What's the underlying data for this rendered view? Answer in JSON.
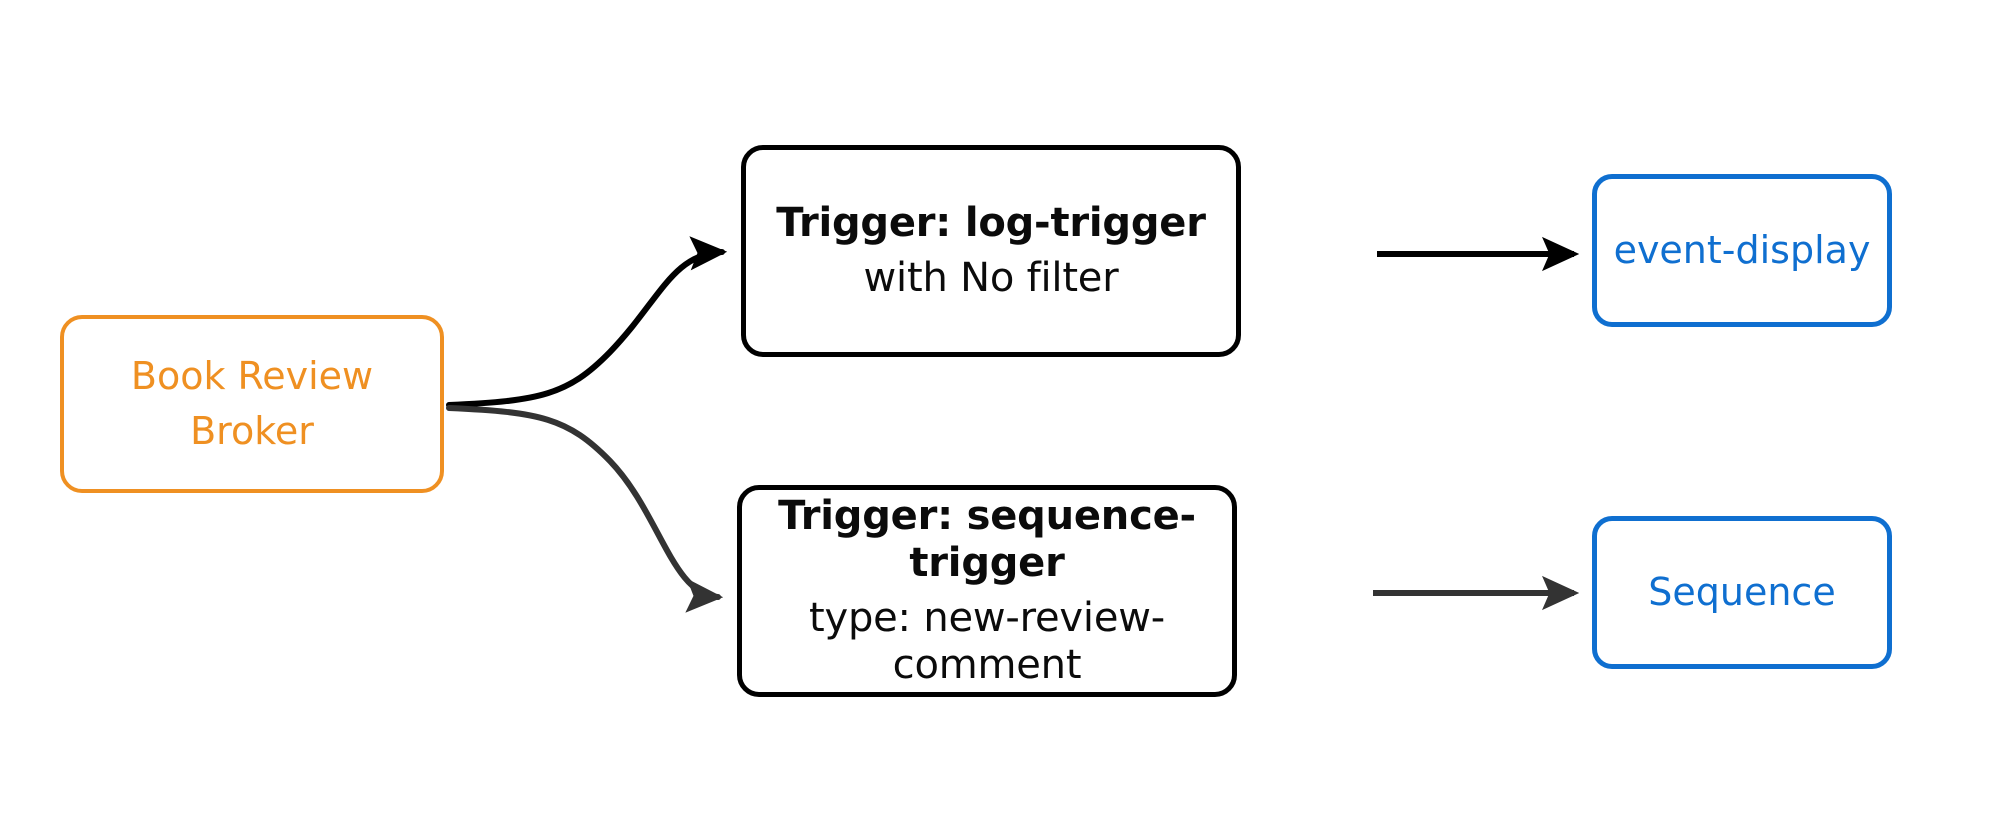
{
  "diagram": {
    "type": "flowchart",
    "direction": "left-to-right",
    "background_color": "#ffffff",
    "nodes": [
      {
        "id": "broker",
        "role": "source-broker",
        "shape": "rounded-rectangle",
        "lines": [
          "Book Review",
          "Broker"
        ],
        "stroke_color": "#ef9022",
        "text_color": "#ef9022",
        "fill_color": "#ffffff"
      },
      {
        "id": "log-trigger",
        "role": "trigger",
        "shape": "rounded-rectangle",
        "title": "Trigger: log-trigger",
        "subtitle": "with No filter",
        "stroke_color": "#000000",
        "text_color": "#0b0b0b",
        "fill_color": "#ffffff"
      },
      {
        "id": "sequence-trigger",
        "role": "trigger",
        "shape": "rounded-rectangle",
        "title": "Trigger: sequence-trigger",
        "subtitle": "type: new-review-comment",
        "stroke_color": "#000000",
        "text_color": "#0b0b0b",
        "fill_color": "#ffffff"
      },
      {
        "id": "event-display",
        "role": "sink",
        "shape": "rounded-rectangle",
        "label": "event-display",
        "stroke_color": "#0f6fd0",
        "text_color": "#0f6fd0",
        "fill_color": "#ffffff"
      },
      {
        "id": "sequence",
        "role": "sink",
        "shape": "rounded-rectangle",
        "label": "Sequence",
        "stroke_color": "#0f6fd0",
        "text_color": "#0f6fd0",
        "fill_color": "#ffffff"
      }
    ],
    "edges": [
      {
        "id": "broker-to-log-trigger",
        "from": "broker",
        "to": "log-trigger",
        "style": "curved",
        "label": "",
        "color": "#000000",
        "arrowhead": "filled-triangle"
      },
      {
        "id": "broker-to-sequence-trigger",
        "from": "broker",
        "to": "sequence-trigger",
        "style": "curved",
        "label": "",
        "color": "#333333",
        "arrowhead": "filled-triangle"
      },
      {
        "id": "log-trigger-to-event-display",
        "from": "log-trigger",
        "to": "event-display",
        "style": "straight",
        "label": "",
        "color": "#000000",
        "arrowhead": "filled-triangle"
      },
      {
        "id": "sequence-trigger-to-sequence",
        "from": "sequence-trigger",
        "to": "sequence",
        "style": "straight",
        "label": "",
        "color": "#333333",
        "arrowhead": "filled-triangle"
      }
    ]
  }
}
